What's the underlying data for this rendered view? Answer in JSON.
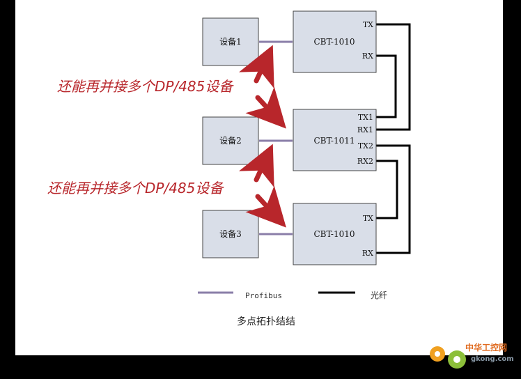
{
  "devices": {
    "d1": "设备1",
    "d2": "设备2",
    "d3": "设备3"
  },
  "converters": {
    "c1": "CBT-1010",
    "c2": "CBT-1011",
    "c3": "CBT-1010"
  },
  "ports": {
    "c1_tx": "TX",
    "c1_rx": "RX",
    "c2_tx1": "TX1",
    "c2_rx1": "RX1",
    "c2_tx2": "TX2",
    "c2_rx2": "RX2",
    "c3_tx": "TX",
    "c3_rx": "RX"
  },
  "callouts": {
    "top": "还能再并接多个DP/485设备",
    "bottom": "还能再并接多个DP/485设备"
  },
  "legend": {
    "profibus": "Profibus",
    "fiber": "光纤"
  },
  "caption": "多点拓扑结结",
  "watermark": {
    "text_cn": "中华工控网",
    "url": "gkong.com"
  },
  "colors": {
    "box_fill": "#d9dee8",
    "profibus": "#8a7ea8",
    "fiber": "#000000",
    "callout": "#b8262b"
  }
}
